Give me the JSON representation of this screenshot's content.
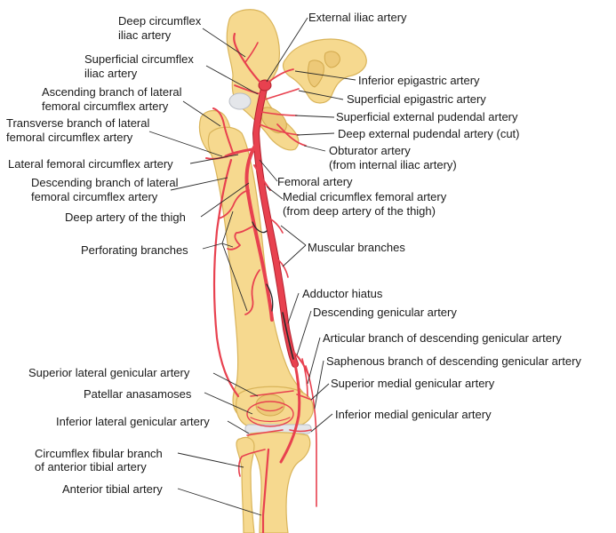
{
  "labels": {
    "deep_circumflex_iliac_1": "Deep circumflex",
    "deep_circumflex_iliac_2": "iliac artery",
    "external_iliac": "External iliac artery",
    "superficial_circumflex_iliac_1": "Superficial circumflex",
    "superficial_circumflex_iliac_2": "iliac artery",
    "inferior_epigastric": "Inferior epigastric artery",
    "ascending_lateral_1": "Ascending branch of lateral",
    "ascending_lateral_2": "femoral circumflex artery",
    "superficial_epigastric": "Superficial epigastric artery",
    "transverse_lateral_1": "Transverse branch of lateral",
    "transverse_lateral_2": "femoral circumflex artery",
    "superficial_external_pudendal": "Superficial external pudendal artery",
    "deep_external_pudendal": "Deep external pudendal artery (cut)",
    "lateral_femoral_circumflex": "Lateral femoral circumflex artery",
    "obturator_1": "Obturator artery",
    "obturator_2": "(from internal iliac artery)",
    "descending_lateral_1": "Descending branch of lateral",
    "descending_lateral_2": "femoral circumflex artery",
    "femoral_artery": "Femoral artery",
    "medial_circumflex_1": "Medial cricumflex femoral artery",
    "medial_circumflex_2": "(from deep artery of the thigh)",
    "deep_artery_thigh": "Deep artery of the thigh",
    "muscular_branches": "Muscular branches",
    "perforating_branches": "Perforating branches",
    "adductor_hiatus": "Adductor hiatus",
    "descending_genicular": "Descending genicular artery",
    "articular_branch": "Articular branch of descending genicular artery",
    "superior_lateral_genicular": "Superior lateral genicular artery",
    "saphenous_branch": "Saphenous branch of descending genicular artery",
    "patellar_anastomoses": "Patellar anasamoses",
    "superior_medial_genicular": "Superior medial genicular artery",
    "inferior_lateral_genicular": "Inferior lateral genicular artery",
    "inferior_medial_genicular": "Inferior medial genicular artery",
    "circumflex_fibular_1": "Circumflex fibular branch",
    "circumflex_fibular_2": "of anterior tibial artery",
    "anterior_tibial": "Anterior tibial artery"
  },
  "colors": {
    "bone": "#f6d98f",
    "artery": "#e8414f",
    "cartilage": "#e4e6ea"
  }
}
